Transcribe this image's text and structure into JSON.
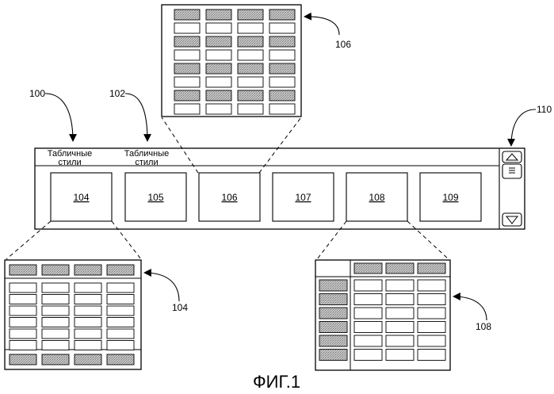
{
  "ribbon": {
    "header_labels": [
      {
        "line1": "Табличные",
        "line2": "стили"
      },
      {
        "line1": "Табличные",
        "line2": "стили"
      }
    ],
    "thumbnails": [
      "104",
      "105",
      "106",
      "107",
      "108",
      "109"
    ],
    "scroll": {
      "up_icon": "triangle-up-icon",
      "menu_icon": "more-icon",
      "down_icon": "triangle-down-icon"
    }
  },
  "callouts": {
    "ref_100": "100",
    "ref_102": "102",
    "ref_110": "110",
    "ref_106": "106",
    "ref_104": "104",
    "ref_108": "108"
  },
  "caption": "ФИГ.1",
  "colors": {
    "line": "#000000",
    "shaded_cell": "#c8c8c8",
    "background": "#ffffff"
  }
}
